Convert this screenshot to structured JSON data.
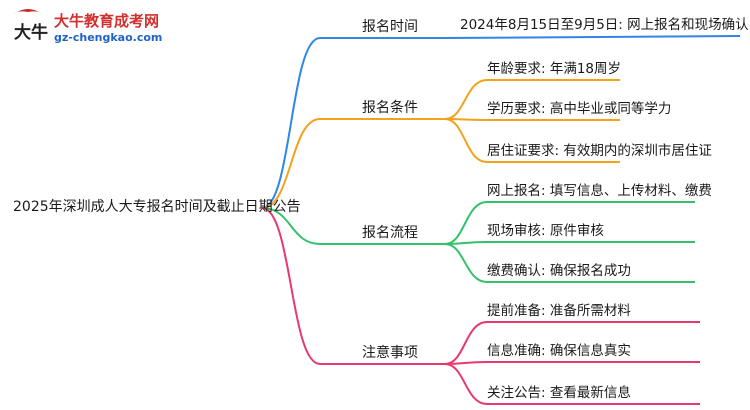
{
  "logo": {
    "name": "大牛教育成考网",
    "url": "gz-chengkao.com",
    "mark_text": "大牛"
  },
  "mindmap": {
    "root": "2025年深圳成人大专报名时间及截止日期公告",
    "branches": [
      {
        "label": "报名时间",
        "color": "#2f86e8",
        "items": [
          "2024年8月15日至9月5日: 网上报名和现场确认"
        ]
      },
      {
        "label": "报名条件",
        "color": "#f2a21b",
        "items": [
          "年龄要求: 年满18周岁",
          "学历要求: 高中毕业或同等学力",
          "居住证要求: 有效期内的深圳市居住证"
        ]
      },
      {
        "label": "报名流程",
        "color": "#33c26a",
        "items": [
          "网上报名: 填写信息、上传材料、缴费",
          "现场审核: 原件审核",
          "缴费确认: 确保报名成功"
        ]
      },
      {
        "label": "注意事项",
        "color": "#e8386e",
        "items": [
          "提前准备: 准备所需材料",
          "信息准确: 确保信息真实",
          "关注公告: 查看最新信息"
        ]
      }
    ]
  }
}
